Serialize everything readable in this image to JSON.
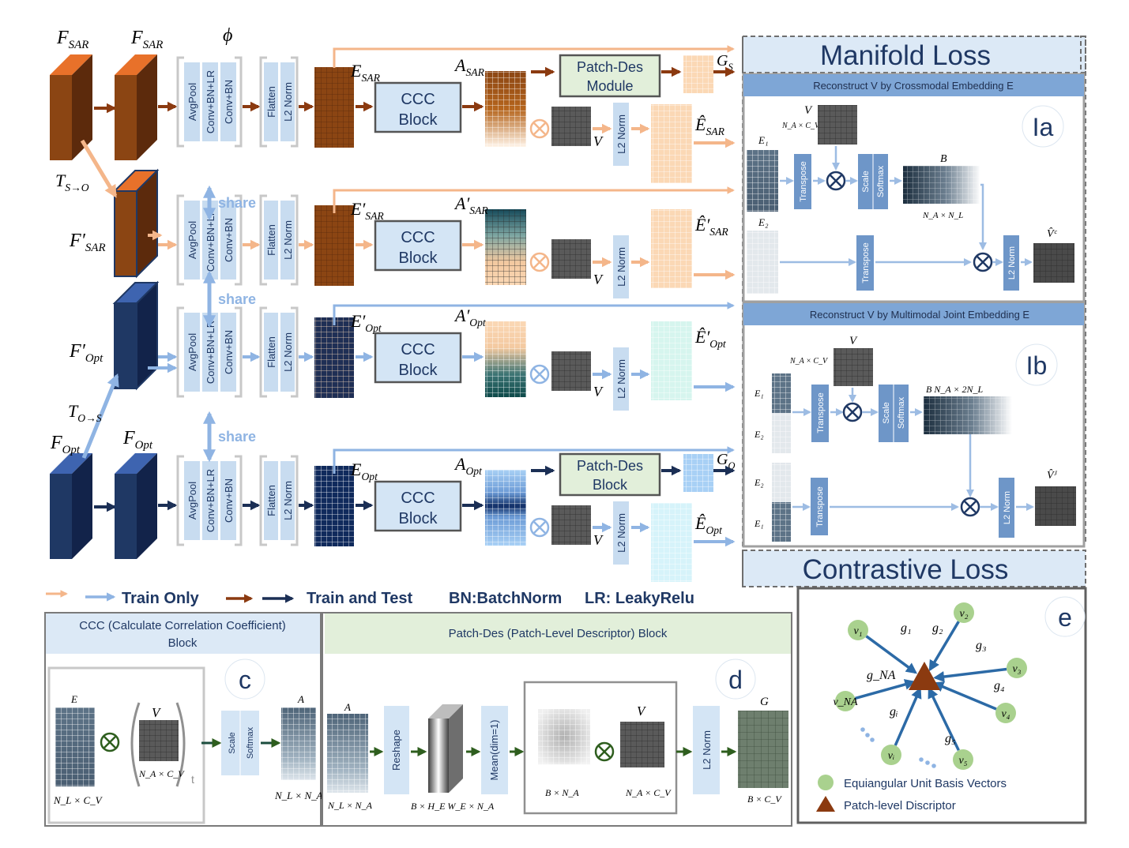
{
  "labels": {
    "f_sar": "F",
    "f_sar_sub": "SAR",
    "f_sar_prime": "F′",
    "f_opt": "F",
    "f_opt_sub": "Opt",
    "f_opt_prime": "F′",
    "phi": "ϕ",
    "t_s_o": "T",
    "t_s_o_sub": "S→O",
    "t_o_s": "T",
    "t_o_s_sub": "O→S",
    "e_sar": "E",
    "e_sar_prime": "E′",
    "e_opt": "E",
    "e_opt_prime": "E′",
    "a_sar": "A",
    "a_sar_prime": "A′",
    "a_opt": "A",
    "a_opt_prime": "A′",
    "ehat_sar": "Ê",
    "ehat_sar_prime": "Ê′",
    "ehat_opt": "Ê",
    "ehat_opt_prime": "Ê′",
    "sub_sar": "SAR",
    "sub_opt": "Opt",
    "g_s": "G",
    "g_s_sub": "S",
    "g_o": "G",
    "g_o_sub": "O",
    "v": "V"
  },
  "blocks": {
    "avgpool": "AvgPool",
    "conv_bn_lr": "Conv+BN+LR",
    "conv_bn": "Conv+BN",
    "flatten": "Flatten",
    "l2norm": "L2 Norm",
    "ccc_line1": "CCC",
    "ccc_line2": "Block",
    "patchdes_line1": "Patch-Des",
    "patchdes_line2_module": "Module",
    "patchdes_line2_block": "Block",
    "share": "share"
  },
  "panels": {
    "manifold_loss": "Manifold Loss",
    "contrastive_loss": "Contrastive Loss",
    "ia_title": "Reconstruct V by Crossmodal Embedding E",
    "ib_title": "Reconstruct V by Multimodal Joint Embedding E",
    "ia_tag": "Ia",
    "ib_tag": "Ib",
    "transpose": "Transpose",
    "scale": "Scale",
    "softmax": "Softmax",
    "e1": "E₁",
    "e2": "E₂",
    "b": "B",
    "v_dim": "N_A × C_V",
    "b_dim_a": "N_A × N_L",
    "b_dim_b": "B N_A × 2N_L",
    "vhat_c": "V̂ᶜ",
    "vhat_j": "V̂ᴶ"
  },
  "legend": {
    "train_only": "Train Only",
    "train_test": "Train and Test",
    "bn": "BN:BatchNorm",
    "lr": "LR: LeakyRelu"
  },
  "ccc_panel": {
    "title_line1": "CCC (Calculate Correlation Coefficient)",
    "title_line2": "Block",
    "tag": "c",
    "e": "E",
    "v": "V",
    "a": "A",
    "dim_e": "N_L × C_V",
    "dim_v": "N_A × C_V",
    "dim_a": "N_L × N_A",
    "t": "t",
    "scale": "Scale",
    "softmax": "Softmax"
  },
  "patchdes_panel": {
    "title": "Patch-Des (Patch-Level Descriptor) Block",
    "tag": "d",
    "a": "A",
    "dim_a": "N_L × N_A",
    "reshape": "Reshape",
    "dim_cube": "B × H_E W_E × N_A",
    "mean": "Mean(dim=1)",
    "dim_b": "B × N_A",
    "v": "V",
    "dim_v": "N_A × C_V",
    "l2norm": "L2 Norm",
    "g": "G",
    "dim_g": "B × C_V"
  },
  "e_panel": {
    "tag": "e",
    "legend_basis": "Equiangular Unit Basis Vectors",
    "legend_desc": "Patch-level Discriptor",
    "nodes": [
      "v₁",
      "v₂",
      "v₃",
      "v₄",
      "v₅",
      "vᵢ",
      "v_NA"
    ],
    "gs": [
      "g₁",
      "g₂",
      "g₃",
      "g₄",
      "g₅",
      "gᵢ",
      "g_NA"
    ]
  },
  "colors": {
    "sar_brown": "#8B4513",
    "sar_orange": "#E8712A",
    "opt_navy": "#1F3864",
    "opt_blue": "#3E64B0",
    "light_blue": "#C8DCF0",
    "peach": "#F4B68A",
    "arrow_light_blue": "#8FB4E3",
    "dark_arrow_brown": "#8B3A10",
    "dark_arrow_navy": "#1B2F55",
    "panel_title_bg": "#7EA6D6",
    "loss_bg": "#DCE9F6",
    "green_bg": "#E2EFDA"
  }
}
